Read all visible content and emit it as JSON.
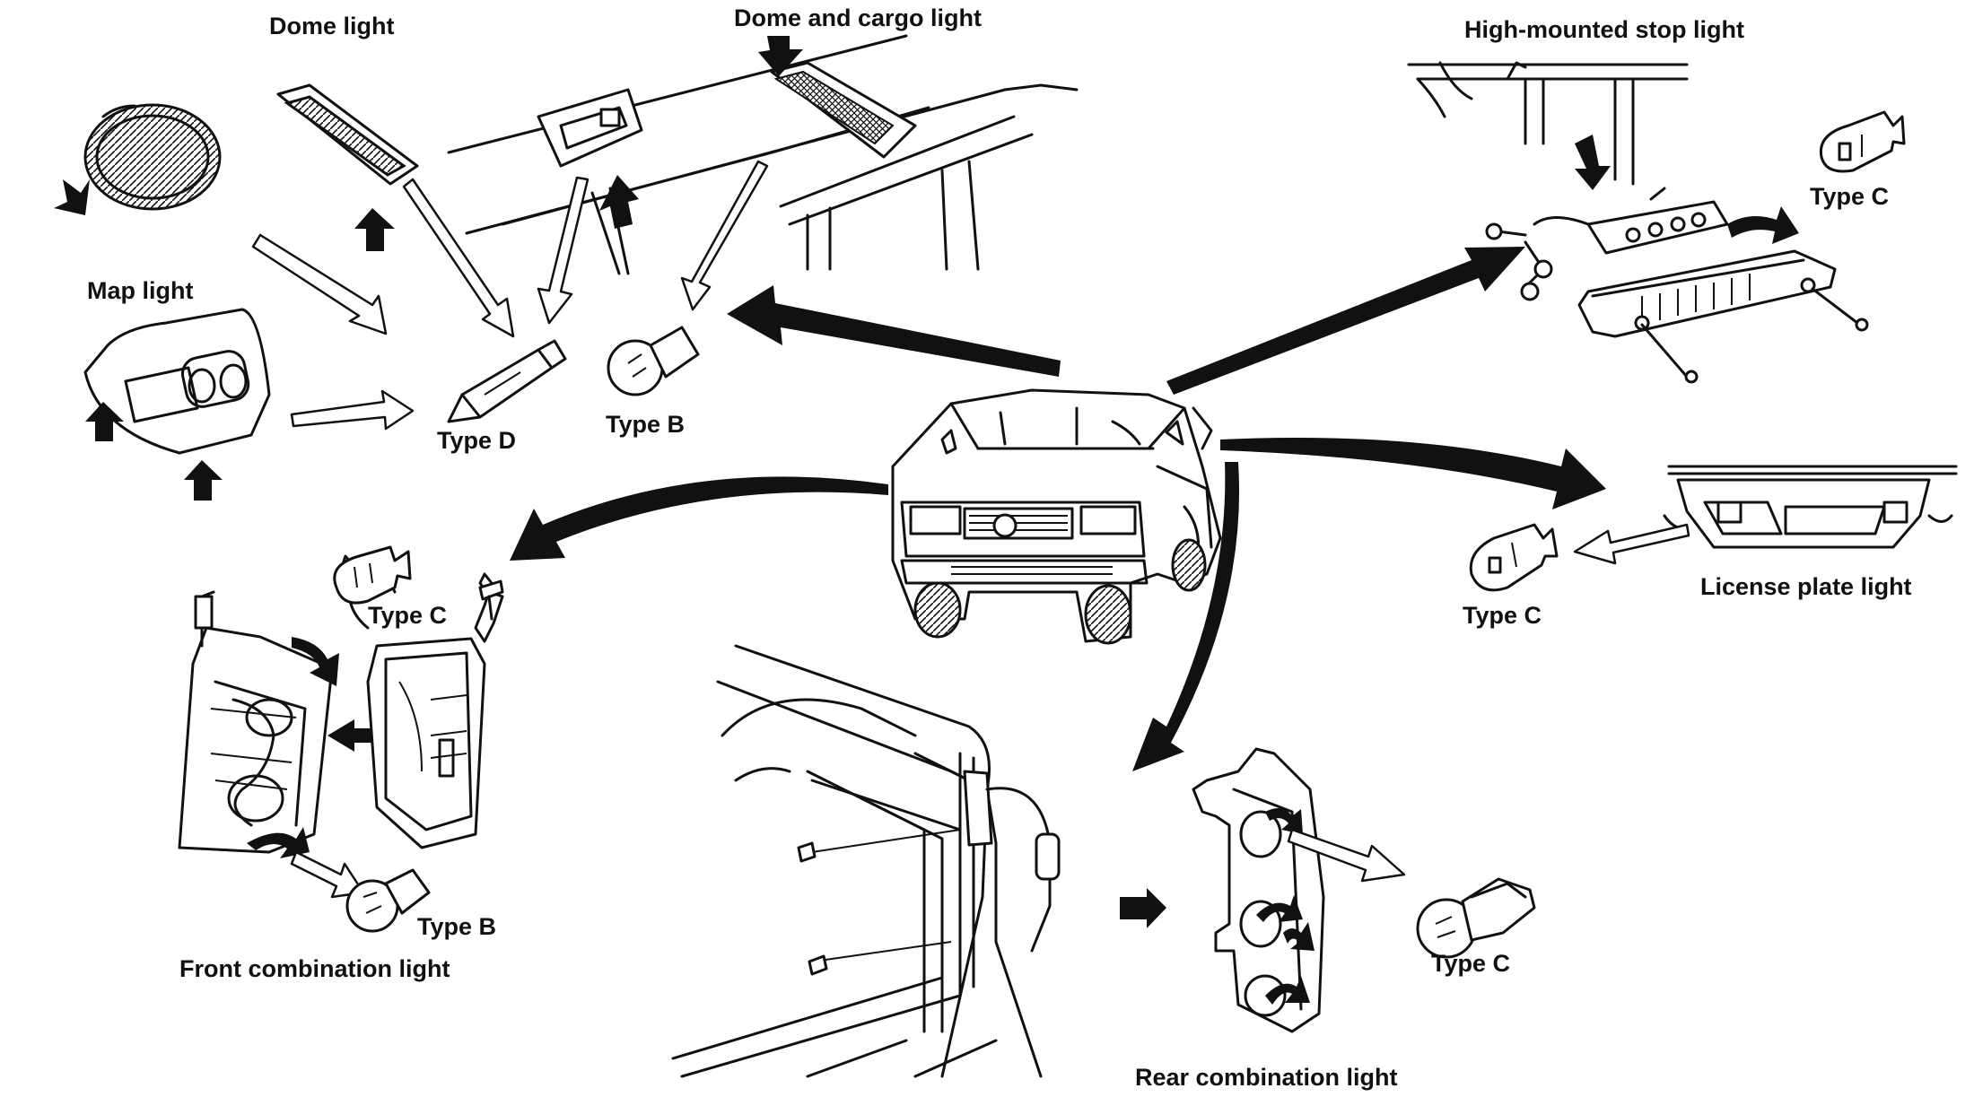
{
  "labels": {
    "dome_light": "Dome light",
    "dome_cargo_light": "Dome and cargo light",
    "high_mounted_stop_light": "High-mounted stop light",
    "map_light": "Map light",
    "type_d": "Type D",
    "type_b_top": "Type B",
    "type_c_top": "Type C",
    "type_c_license": "Type C",
    "license_plate_light": "License plate light",
    "type_c_front": "Type C",
    "type_b_front": "Type B",
    "front_combination_light": "Front combination light",
    "rear_combination_light": "Rear combination light",
    "type_c_rear": "Type C"
  }
}
